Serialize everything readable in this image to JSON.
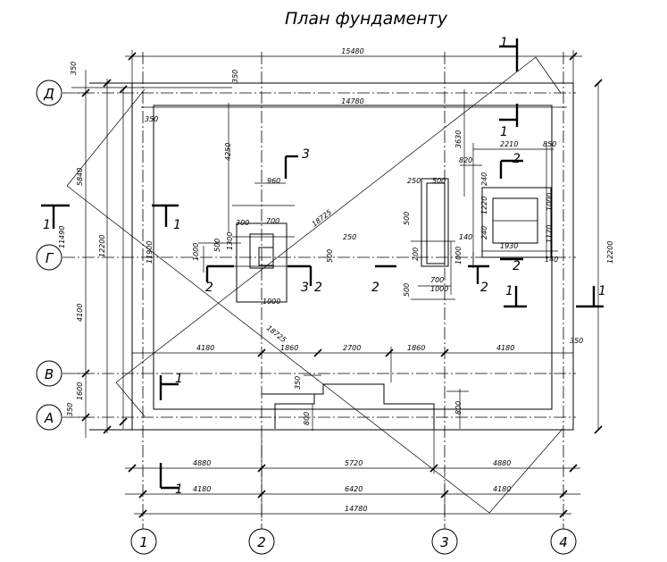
{
  "title": "План фундаменту",
  "axes": {
    "columns": [
      "1",
      "2",
      "3",
      "4"
    ],
    "rows": [
      "Д",
      "Г",
      "В",
      "А"
    ]
  },
  "dimensions": {
    "top_overall": "15480",
    "top_inner": "14780",
    "top_offset_left": "350",
    "top_offset_small": "350",
    "left_350_top": "350",
    "left_5840": "5840",
    "left_11490": "11490",
    "left_12200": "12200",
    "left_11900": "11900",
    "left_4100": "4100",
    "left_1600": "1600",
    "left_350_bottom": "350",
    "inner_350": "350",
    "right_12200": "12200",
    "diag_18725_a": "18725",
    "diag_18725_b": "18725",
    "p1_4250": "4250",
    "p1_960": "960",
    "p1_300": "300",
    "p1_700": "700",
    "p1_1300": "1300",
    "p1_500a": "500",
    "p1_1000a": "1000",
    "p1_250": "250",
    "p1_500b": "500",
    "p1_1000b": "1000",
    "p2_250": "250",
    "p2_500a": "500",
    "p2_500b": "500",
    "p2_200": "200",
    "p2_1000a": "1000",
    "p2_500c": "500",
    "p2_700": "700",
    "p2_1000b": "1000",
    "p3_3630": "3630",
    "p3_2210": "2210",
    "p3_850": "850",
    "p3_820": "820",
    "p3_240a": "240",
    "p3_1220": "1220",
    "p3_1000": "1000",
    "p3_240b": "240",
    "p3_140a": "140",
    "p3_1930": "1930",
    "p3_1170": "1170",
    "p3_140b": "140",
    "mid_4180_left": "4180",
    "mid_1860_left": "1860",
    "mid_2700": "2700",
    "mid_1860_right": "1860",
    "mid_4180_right": "4180",
    "mid_350": "350",
    "step_350": "350",
    "step_800_left": "800",
    "step_800_right": "800",
    "bot_4880_left": "4880",
    "bot_5720": "5720",
    "bot_4880_right": "4880",
    "bot_4180_left": "4180",
    "bot_6420": "6420",
    "bot_4180_right": "4180",
    "bot_14780": "14780"
  },
  "sections": {
    "s1": "1",
    "s2": "2",
    "s3": "3"
  }
}
